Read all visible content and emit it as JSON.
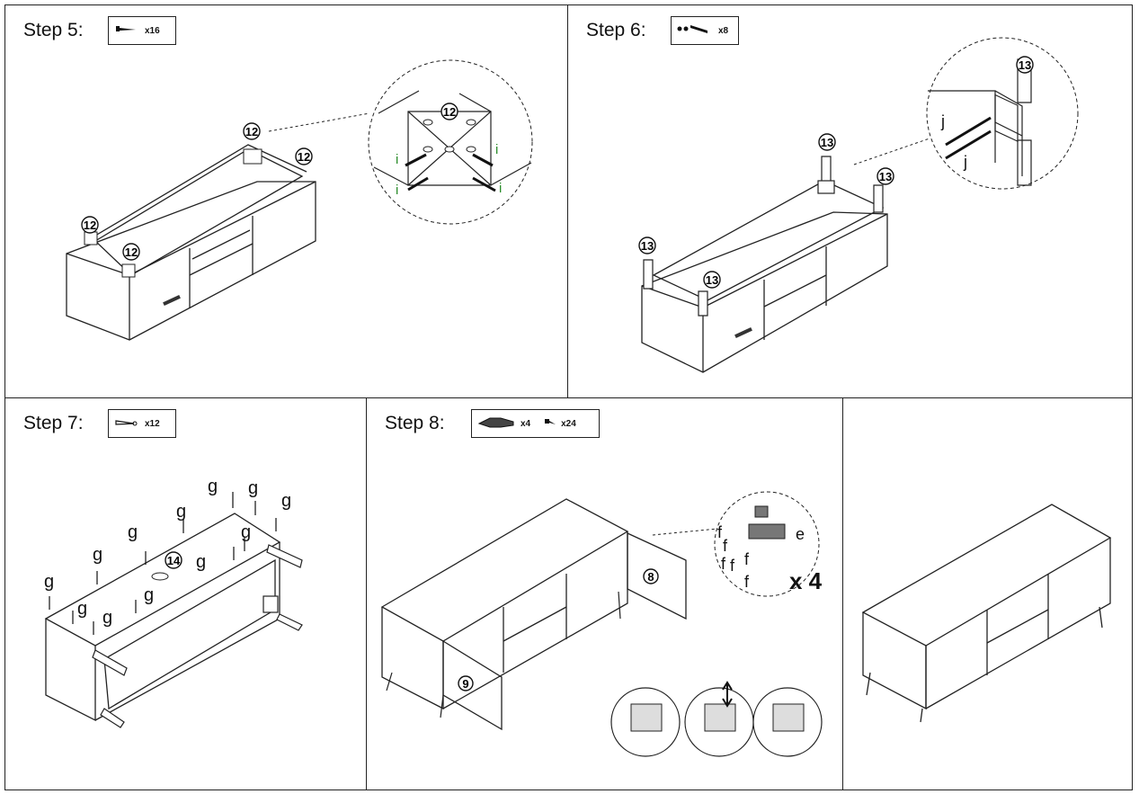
{
  "steps": [
    {
      "title": "Step 5:",
      "parts": [
        {
          "icon": "screw-icon",
          "qty": "x16"
        }
      ],
      "callouts": [
        "12",
        "12",
        "12",
        "12",
        "12"
      ],
      "letters": [
        "i",
        "i",
        "i",
        "i"
      ]
    },
    {
      "title": "Step 6:",
      "parts": [
        {
          "icon": "dowel-and-bolt-icon",
          "qty": "x8"
        }
      ],
      "callouts": [
        "13",
        "13",
        "13",
        "13",
        "13"
      ],
      "letters": [
        "j",
        "j"
      ]
    },
    {
      "title": "Step 7:",
      "parts": [
        {
          "icon": "nail-icon",
          "qty": "x12"
        }
      ],
      "callouts": [
        "14"
      ],
      "letters": [
        "g",
        "g",
        "g",
        "g",
        "g",
        "g",
        "g",
        "g",
        "g",
        "g",
        "g",
        "g"
      ]
    },
    {
      "title": "Step 8:",
      "parts": [
        {
          "icon": "hinge-icon",
          "qty": "x4"
        },
        {
          "icon": "small-screw-icon",
          "qty": "x24"
        }
      ],
      "callouts": [
        "8",
        "9"
      ],
      "letters": [
        "f",
        "f",
        "f",
        "f",
        "f",
        "f",
        "e"
      ],
      "multiplier": "x 4"
    }
  ]
}
